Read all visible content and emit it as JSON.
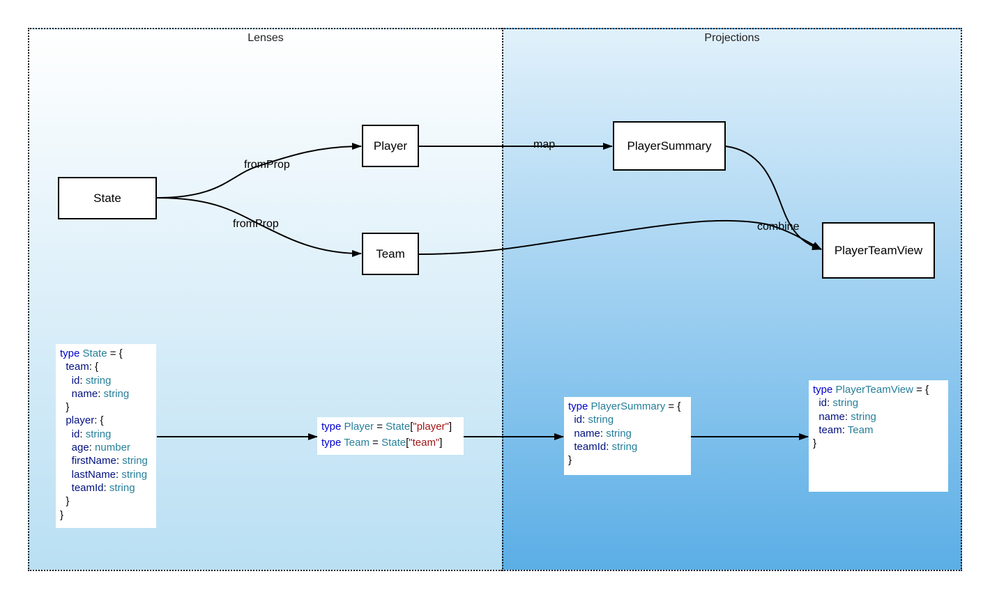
{
  "panels": {
    "lenses": "Lenses",
    "projections": "Projections"
  },
  "nodes": {
    "state": "State",
    "player": "Player",
    "team": "Team",
    "player_summary": "PlayerSummary",
    "player_team_view": "PlayerTeamView"
  },
  "edges": {
    "state_to_player": "fromProp",
    "state_to_team": "fromProp",
    "player_to_summary": "map",
    "to_view": "combine"
  },
  "code": {
    "state": {
      "kw": "type",
      "name": "State",
      "open": " = {",
      "team_key": "team",
      "team_open": ": {",
      "team_id_key": "id",
      "team_id_type": "string",
      "team_name_key": "name",
      "team_name_type": "string",
      "team_close": "}",
      "player_key": "player",
      "player_open": ": {",
      "player_id_key": "id",
      "player_id_type": "string",
      "player_age_key": "age",
      "player_age_type": "number",
      "player_first_key": "firstName",
      "player_first_type": "string",
      "player_last_key": "lastName",
      "player_last_type": "string",
      "player_team_key": "teamId",
      "player_team_type": "string",
      "player_close": "}",
      "close": "}"
    },
    "lens_types": {
      "kw": "type",
      "player_name": "Player",
      "player_eq": " = ",
      "player_base": "State",
      "player_prop": "\"player\"",
      "team_name": "Team",
      "team_eq": " = ",
      "team_base": "State",
      "team_prop": "\"team\""
    },
    "summary": {
      "kw": "type",
      "name": "PlayerSummary",
      "open": " = {",
      "id_key": "id",
      "id_type": "string",
      "name_key": "name",
      "name_type": "string",
      "team_key": "teamId",
      "team_type": "string",
      "close": "}"
    },
    "view": {
      "kw": "type",
      "name": "PlayerTeamView",
      "open": " = {",
      "id_key": "id",
      "id_type": "string",
      "name_key": "name",
      "name_type": "string",
      "team_key": "team",
      "team_type": "Team",
      "close": "}"
    }
  },
  "colors": {
    "keyword": "#0000cc",
    "type_name": "#267f99",
    "property": "#001080",
    "string_literal": "#a31515"
  }
}
